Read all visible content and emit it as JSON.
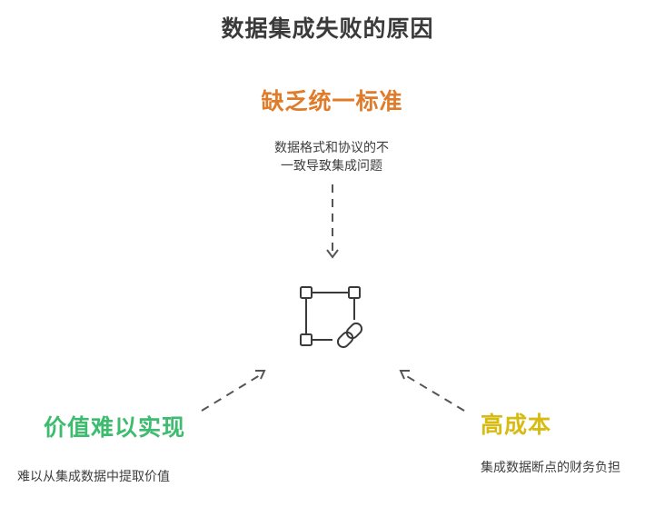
{
  "title": "数据集成失败的原因",
  "causes": {
    "top": {
      "heading": "缺乏统一标准",
      "description_line1": "数据格式和协议的不",
      "description_line2": "一致导致集成问题",
      "color": "#e07b2a"
    },
    "left": {
      "heading": "价值难以实现",
      "description": "难以从集成数据中提取价值",
      "color": "#3dbb6e"
    },
    "right": {
      "heading": "高成本",
      "description": "集成数据断点的财务负担",
      "color": "#d8bb12"
    }
  },
  "center_icon": "integration-nodes-link-icon",
  "colors": {
    "title": "#3a3a3a",
    "text": "#3d3d3d",
    "arrow": "#555555"
  }
}
